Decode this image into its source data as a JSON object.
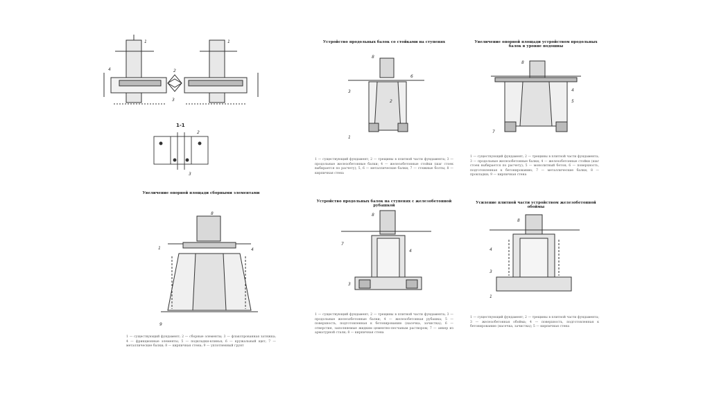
{
  "left_page": {
    "section_label": "1-1",
    "title": "Увеличение опорной площади сборными элементами",
    "legend": "1 — существующий фундамент; 2 — сборные элементы; 3 — флакспрованная затяжка; 4 — фрикционные элементы; 5 — подкладки-клинья; 6 — кружальный щит; 7 — металлические балки; 8 — кирпичная стена; 9 — уплотненный грунт"
  },
  "middle_page": {
    "top_title": "Устройство продольных балок со стойками на ступенях",
    "top_legend": "1 — существующий фундамент; 2 — трещины в плитной части фундамента; 3 — продольные железобетонные балки; 4 — железобетонные стойки (шаг стоек выбирается по расчету); 5, 6 — металлические балки; 7 — стяжные болты; 8 — кирпичная стена",
    "bottom_title": "Устройство продольных балок на ступенях с железобетонной рубашкой",
    "bottom_legend": "1 — существующий фундамент; 2 — трещины в плитной части фундамента; 3 — продольные железобетонные балки; 4 — железобетонная рубашка; 5 — поверхность, подготовленная к бетонированию (насечка, зачистка); 6 — отверстия, заполняемые жидким цементно-песчаным раствором; 7 — анкер из арматурной стали; 8 — кирпичная стена"
  },
  "right_page": {
    "top_title": "Увеличение опорной площади устройством продольных балок в уровне подошвы",
    "top_legend": "1 — существующий фундамент; 2 — трещины в плитной части фундамента; 3 — продольные железобетонные балки; 4 — железобетонные стойки (шаг стоек выбирается по расчету); 5 — монолитный бетон; 6 — поверхность, подготовленная к бетонированию; 7 — металлические балки; 8 — прокладки; 9 — кирпичная стена",
    "bottom_title": "Усиление плитной части устройством железобетонной обоймы",
    "bottom_legend": "1 — существующий фундамент; 2 — трещины в плитной части фундамента; 3 — железобетонная обойма; 4 — поверхность, подготовленная к бетонированию (насечка, зачистка); 5 — кирпичная стена"
  }
}
